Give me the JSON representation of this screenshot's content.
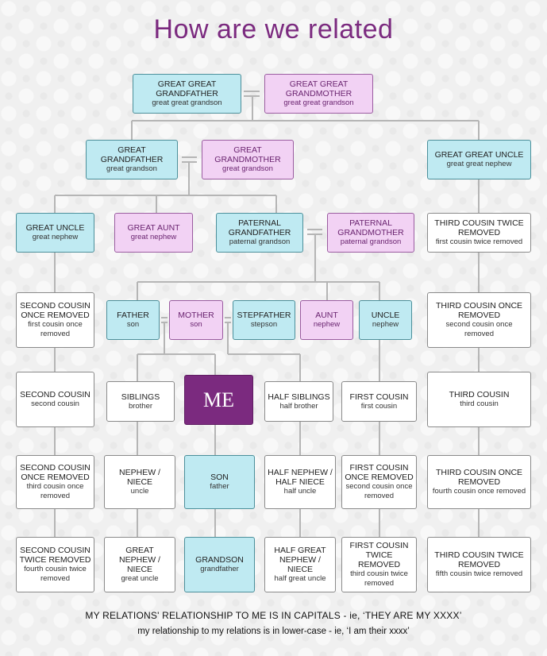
{
  "title": "How are we related",
  "nodes": {
    "ggf": {
      "rel": "GREAT GREAT GRANDFATHER",
      "my": "great great grandson"
    },
    "ggm": {
      "rel": "GREAT GREAT GRANDMOTHER",
      "my": "great great grandson"
    },
    "gf": {
      "rel": "GREAT GRANDFATHER",
      "my": "great grandson"
    },
    "gm": {
      "rel": "GREAT GRANDMOTHER",
      "my": "great grandson"
    },
    "ggu": {
      "rel": "GREAT GREAT UNCLE",
      "my": "great great nephew"
    },
    "gu": {
      "rel": "GREAT UNCLE",
      "my": "great nephew"
    },
    "ga": {
      "rel": "GREAT AUNT",
      "my": "great nephew"
    },
    "pgf": {
      "rel": "PATERNAL GRANDFATHER",
      "my": "paternal grandson"
    },
    "pgm": {
      "rel": "PATERNAL GRANDMOTHER",
      "my": "paternal grandson"
    },
    "tc2r_top": {
      "rel": "THIRD COUSIN TWICE REMOVED",
      "my": "first cousin twice removed"
    },
    "sc1r_top": {
      "rel": "SECOND COUSIN ONCE REMOVED",
      "my": "first cousin once removed"
    },
    "father": {
      "rel": "FATHER",
      "my": "son"
    },
    "mother": {
      "rel": "MOTHER",
      "my": "son"
    },
    "stepfather": {
      "rel": "STEPFATHER",
      "my": "stepson"
    },
    "aunt": {
      "rel": "AUNT",
      "my": "nephew"
    },
    "uncle": {
      "rel": "UNCLE",
      "my": "nephew"
    },
    "tc1r_top": {
      "rel": "THIRD COUSIN ONCE REMOVED",
      "my": "second cousin once removed"
    },
    "sc": {
      "rel": "SECOND COUSIN",
      "my": "second cousin"
    },
    "siblings": {
      "rel": "SIBLINGS",
      "my": "brother"
    },
    "me": {
      "rel": "ME",
      "my": ""
    },
    "halfsib": {
      "rel": "HALF SIBLINGS",
      "my": "half brother"
    },
    "fc": {
      "rel": "FIRST COUSIN",
      "my": "first cousin"
    },
    "tc": {
      "rel": "THIRD COUSIN",
      "my": "third cousin"
    },
    "sc1r_bot": {
      "rel": "SECOND COUSIN ONCE REMOVED",
      "my": "third cousin once removed"
    },
    "nephew": {
      "rel": "NEPHEW / NIECE",
      "my": "uncle"
    },
    "son": {
      "rel": "SON",
      "my": "father"
    },
    "halfnephew": {
      "rel": "HALF NEPHEW / HALF NIECE",
      "my": "half uncle"
    },
    "fc1r": {
      "rel": "FIRST COUSIN ONCE REMOVED",
      "my": "second cousin once removed"
    },
    "tc1r_bot": {
      "rel": "THIRD COUSIN ONCE REMOVED",
      "my": "fourth cousin once removed"
    },
    "sc2r": {
      "rel": "SECOND COUSIN TWICE REMOVED",
      "my": "fourth cousin twice removed"
    },
    "gnephew": {
      "rel": "GREAT NEPHEW / NIECE",
      "my": "great uncle"
    },
    "grandson": {
      "rel": "GRANDSON",
      "my": "grandfather"
    },
    "hgnephew": {
      "rel": "HALF GREAT NEPHEW / NIECE",
      "my": "half great uncle"
    },
    "fc2r": {
      "rel": "FIRST COUSIN TWICE REMOVED",
      "my": "third cousin twice removed"
    },
    "tc2r_bot": {
      "rel": "THIRD COUSIN TWICE REMOVED",
      "my": "fifth cousin twice removed"
    }
  },
  "footer": {
    "line1": "MY RELATIONS' RELATIONSHIP TO ME IS IN CAPITALS - ie, ‘THEY ARE MY XXXX’",
    "line2": "my relationship to my relations is in lower-case - ie, ‘I am their xxxx’"
  },
  "colors": {
    "male": "#bfeaf2",
    "female": "#f2d2f4",
    "me": "#7b2a7f",
    "other": "#ffffff",
    "title": "#7b2a7f",
    "line": "#b8b8b8"
  }
}
